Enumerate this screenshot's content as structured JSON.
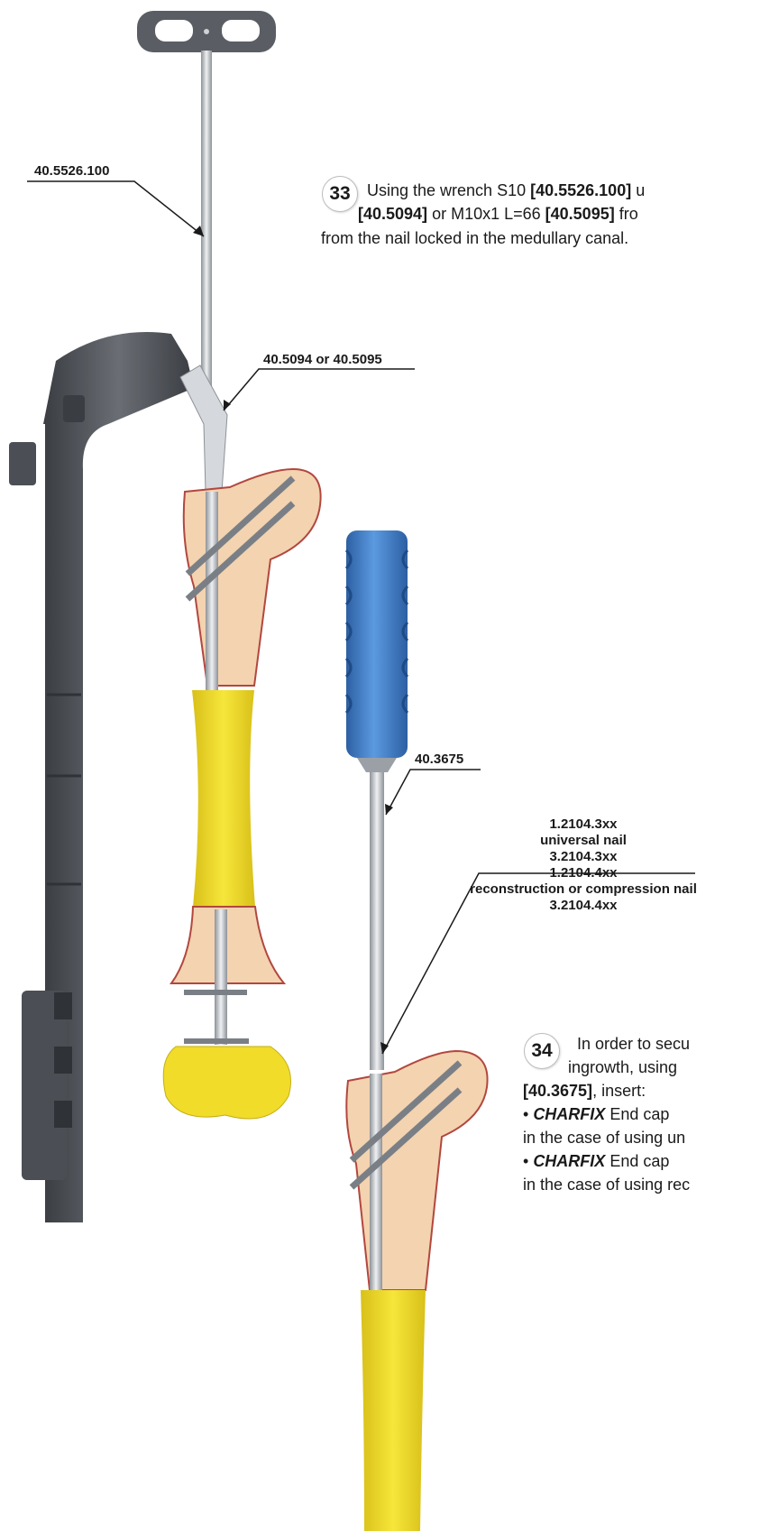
{
  "callouts": {
    "wrench": "40.5526.100",
    "screw": "40.5094 or 40.5095",
    "screwdriver": "40.3675",
    "nail_codes": [
      "1.2104.3xx",
      "universal nail",
      "3.2104.3xx",
      "1.2104.4xx",
      "reconstruction or compression nail",
      "3.2104.4xx"
    ]
  },
  "step33": {
    "number": "33",
    "line1_pre": "Using the wrench S10 ",
    "line1_ref": "[40.5526.100]",
    "line1_post": " u",
    "line2_ref1": "[40.5094]",
    "line2_mid": " or M10x1 L=66 ",
    "line2_ref2": "[40.5095]",
    "line2_post": " fro",
    "line3": "from the nail locked in the medullary canal."
  },
  "step34": {
    "number": "34",
    "line1": "In order to secu",
    "line2": "ingrowth, using",
    "line3_ref": "[40.3675]",
    "line3_post": ", insert:",
    "line4_bullet": "• ",
    "line4_brand": "CHARFIX",
    "line4_post": " End cap",
    "line5": "in the case of using un",
    "line6_bullet": "• ",
    "line6_brand": "CHARFIX",
    "line6_post": " End cap",
    "line7": "in the case of using rec"
  },
  "colors": {
    "bone": "#f3d3b0",
    "bone_outline": "#b2473f",
    "yellow_shaft": "#f1dc2a",
    "handle_blue": "#3f7fcc",
    "metal": "#c9cdd2",
    "guide_dark": "#4a4d52"
  }
}
